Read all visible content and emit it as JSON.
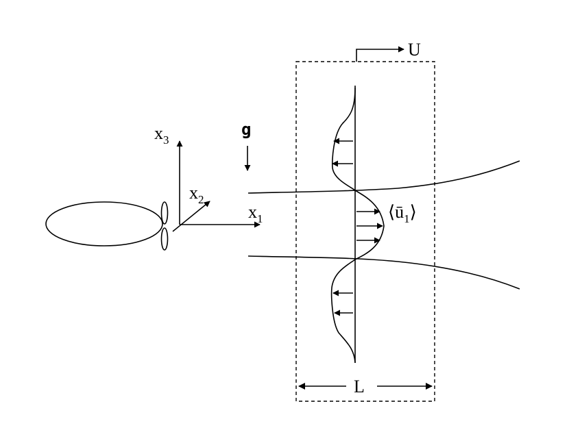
{
  "labels": {
    "gravity": "g",
    "x1": {
      "base": "x",
      "sub": "1"
    },
    "x2": {
      "base": "x",
      "sub": "2"
    },
    "x3": {
      "base": "x",
      "sub": "3"
    },
    "velocity": "U",
    "mean_velocity": {
      "left": "⟨",
      "base": "ū",
      "sub": "1",
      "right": "⟩"
    },
    "box_length": "L"
  }
}
